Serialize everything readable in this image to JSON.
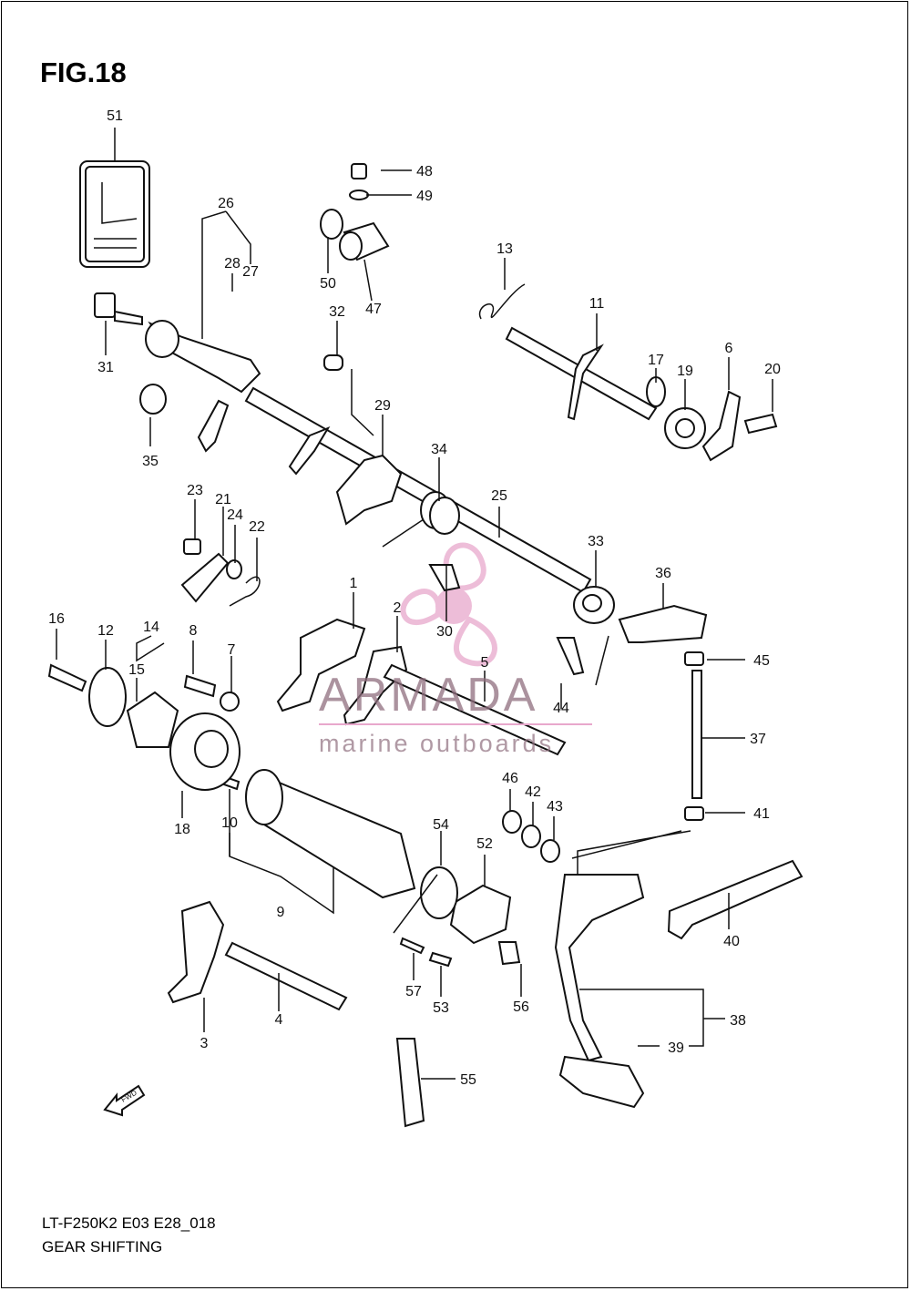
{
  "figure": {
    "title": "FIG.18",
    "code": "LT-F250K2 E03 E28_018",
    "caption": "GEAR SHIFTING"
  },
  "watermark": {
    "brand": "ARMADA",
    "tagline": "marine outboards",
    "color": "#e8a8cc"
  },
  "fwd_label": "FWD",
  "callouts": [
    "1",
    "2",
    "3",
    "4",
    "5",
    "6",
    "7",
    "8",
    "9",
    "10",
    "11",
    "12",
    "13",
    "14",
    "15",
    "16",
    "17",
    "18",
    "19",
    "20",
    "21",
    "22",
    "23",
    "24",
    "25",
    "26",
    "27",
    "28",
    "29",
    "30",
    "31",
    "32",
    "33",
    "34",
    "35",
    "36",
    "37",
    "38",
    "39",
    "40",
    "41",
    "42",
    "43",
    "44",
    "45",
    "46",
    "47",
    "48",
    "49",
    "50",
    "51",
    "52",
    "53",
    "54",
    "55",
    "56",
    "57"
  ]
}
